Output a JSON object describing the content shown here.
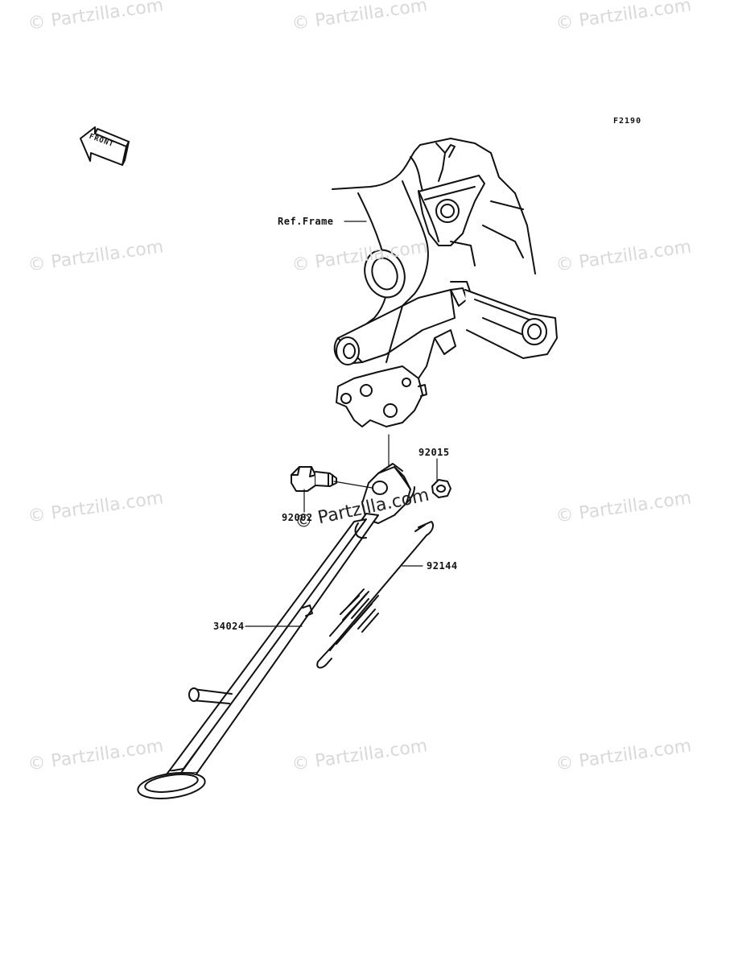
{
  "figure_code": "F2190",
  "front_arrow": {
    "label": "FRONT",
    "icon": "front-arrow-icon"
  },
  "callouts": [
    {
      "id": "ref-frame",
      "text": "Ref.Frame"
    },
    {
      "id": "92015",
      "text": "92015"
    },
    {
      "id": "92002",
      "text": "92002"
    },
    {
      "id": "92144",
      "text": "92144"
    },
    {
      "id": "34024",
      "text": "34024"
    }
  ],
  "watermark": {
    "text": "© Partzilla.com"
  },
  "colors": {
    "line": "#111111",
    "watermark": "#d9d9d9",
    "background": "#ffffff"
  }
}
